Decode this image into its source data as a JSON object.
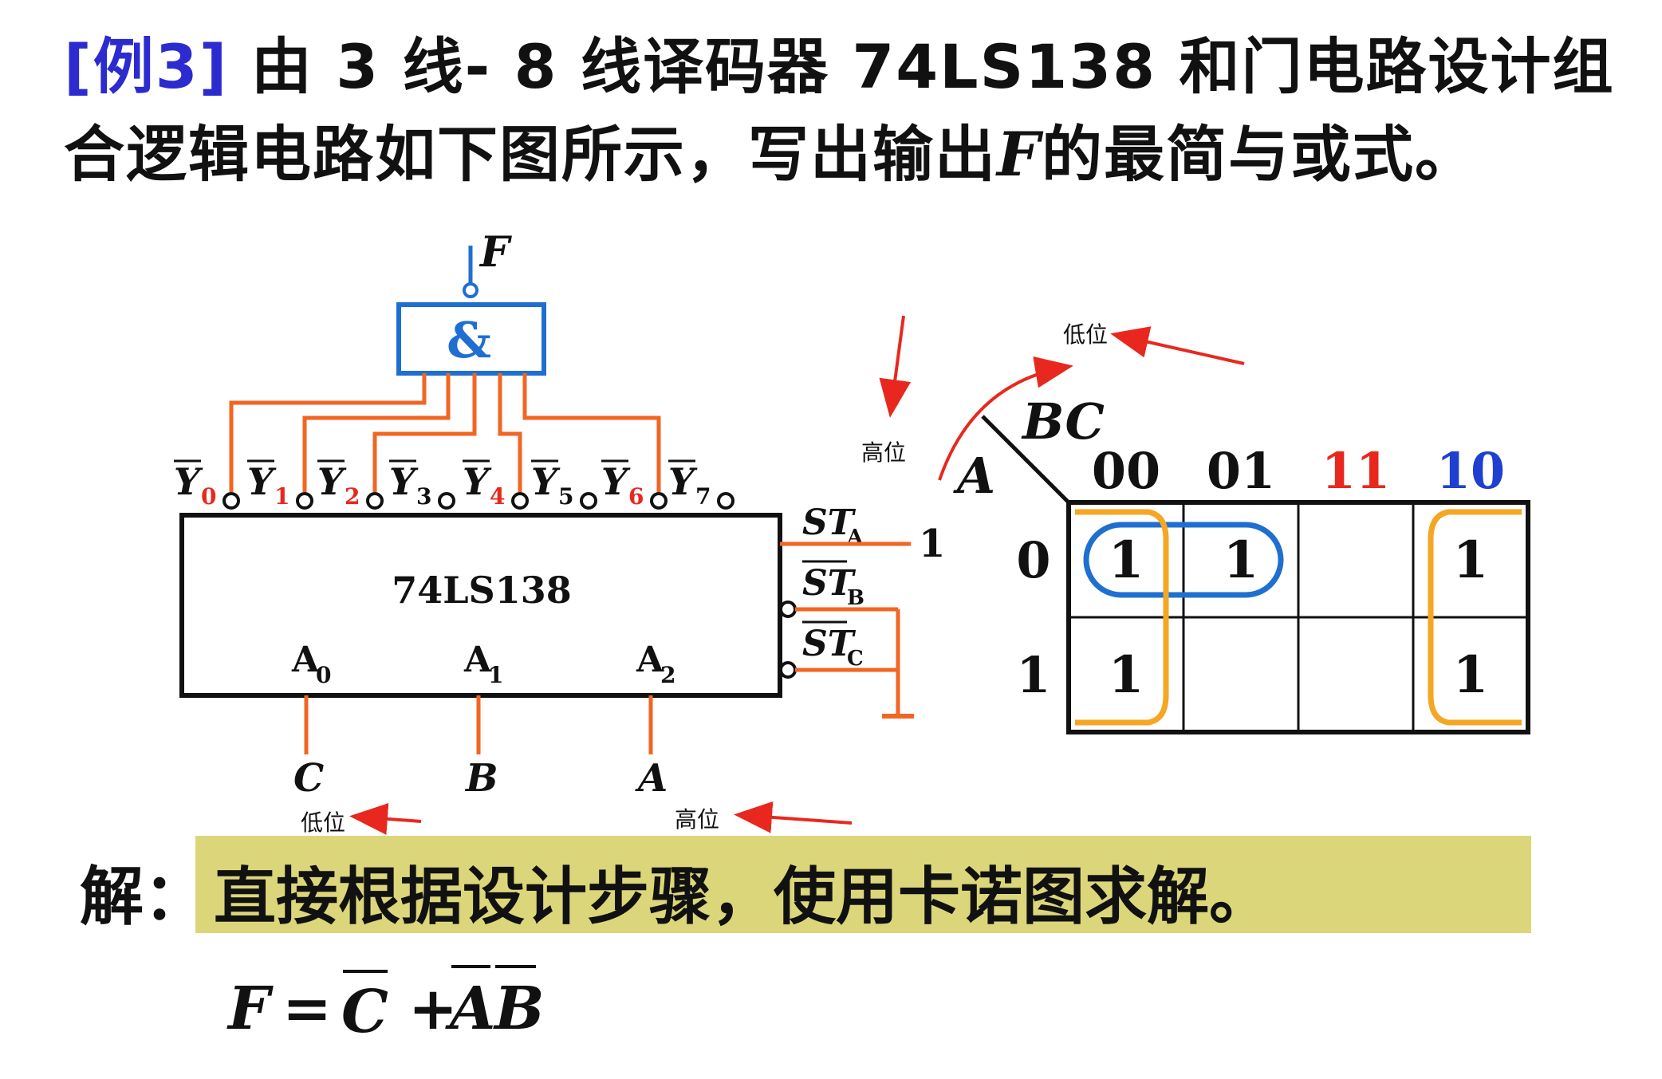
{
  "problem": {
    "tag": "[例3]",
    "line1_text": " 由 3 线- 8 线译码器 74LS138 和门电路设计组",
    "line2_prefix": "合逻辑电路如下图所示，写出输出",
    "line2_var": "F",
    "line2_suffix": "的最简与或式。"
  },
  "circuit": {
    "output_label": "F",
    "gate_symbol": "&",
    "chip_name": "74LS138",
    "outputs": [
      {
        "name": "Y",
        "sub": "0",
        "connected": true
      },
      {
        "name": "Y",
        "sub": "1",
        "connected": true
      },
      {
        "name": "Y",
        "sub": "2",
        "connected": true
      },
      {
        "name": "Y",
        "sub": "3",
        "connected": false
      },
      {
        "name": "Y",
        "sub": "4",
        "connected": true
      },
      {
        "name": "Y",
        "sub": "5",
        "connected": false
      },
      {
        "name": "Y",
        "sub": "6",
        "connected": true
      },
      {
        "name": "Y",
        "sub": "7",
        "connected": false
      }
    ],
    "inputs": [
      {
        "pin": "A",
        "sub": "0",
        "signal": "C"
      },
      {
        "pin": "A",
        "sub": "1",
        "signal": "B"
      },
      {
        "pin": "A",
        "sub": "2",
        "signal": "A"
      }
    ],
    "enables": [
      {
        "name": "ST",
        "sub": "A",
        "inverted": false
      },
      {
        "name": "ST",
        "sub": "B",
        "inverted": true
      },
      {
        "name": "ST",
        "sub": "C",
        "inverted": true
      }
    ],
    "enable_a_value": "1",
    "colors": {
      "wire": "#f26522",
      "gate": "#1f6fd1",
      "line": "#111111",
      "accent_sub": "#e8281e"
    }
  },
  "kmap": {
    "row_var": "A",
    "col_var": "BC",
    "columns": [
      {
        "label": "00",
        "color": "#111111"
      },
      {
        "label": "01",
        "color": "#111111"
      },
      {
        "label": "11",
        "color": "#e8281e"
      },
      {
        "label": "10",
        "color": "#1f3fd1"
      }
    ],
    "rows": [
      {
        "label": "0",
        "cells": [
          "1",
          "1",
          "",
          "1"
        ]
      },
      {
        "label": "1",
        "cells": [
          "1",
          "",
          "",
          "1"
        ]
      }
    ],
    "groups": [
      {
        "cells": "A=0, BC=00..01",
        "color": "#1f6fd1"
      },
      {
        "cells": "BC=00 and BC=10 columns (wrap)",
        "color": "#f5a623"
      }
    ]
  },
  "annotations": {
    "low_bit": "低位",
    "high_bit": "高位",
    "arrow_color": "#e8281e"
  },
  "solution": {
    "label": "解：",
    "text": "直接根据设计步骤，使用卡诺图求解。",
    "formula": {
      "lhs": "F",
      "eq": "=",
      "term1": "C",
      "plus": "+",
      "term2": [
        "A",
        "B"
      ]
    }
  }
}
